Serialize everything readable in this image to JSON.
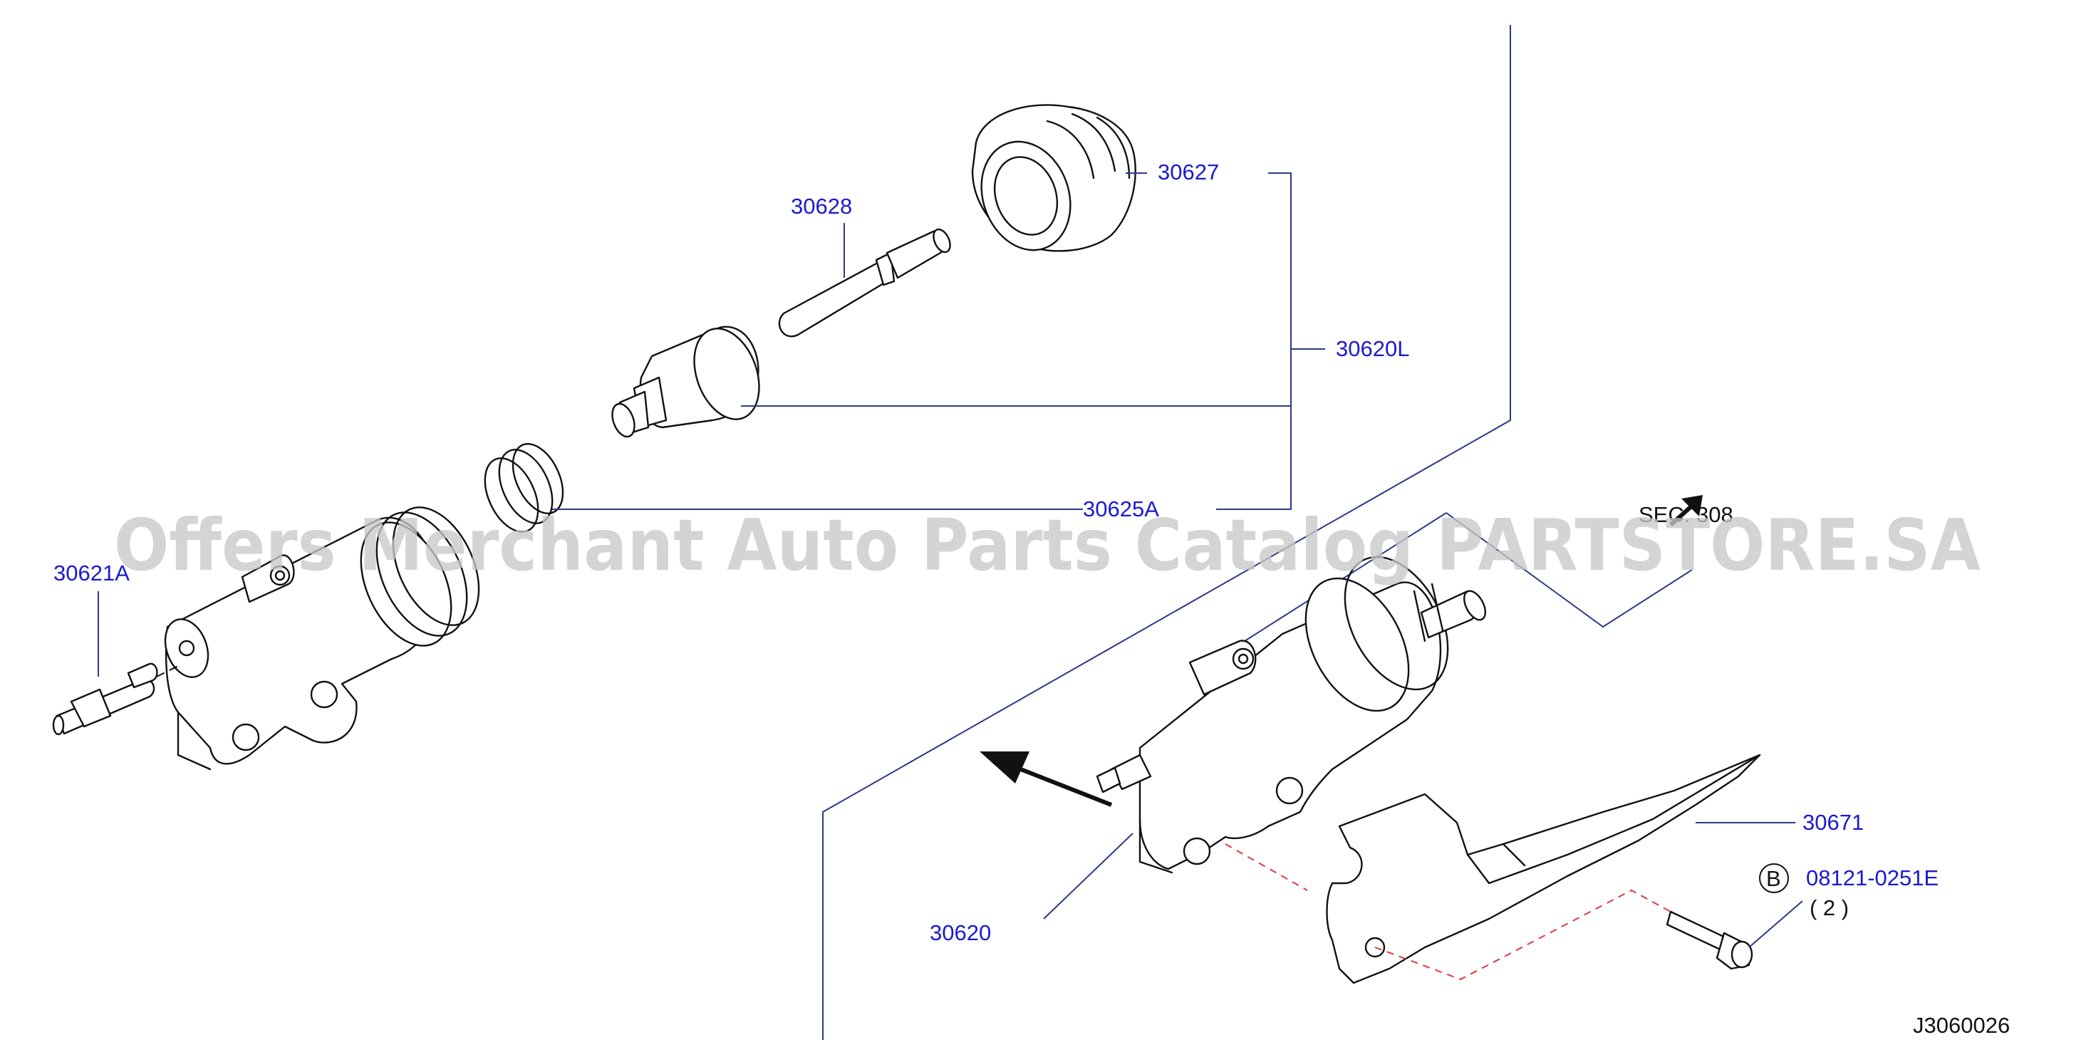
{
  "labels": {
    "p30627": "30627",
    "p30628": "30628",
    "p30620L": "30620L",
    "p30625A": "30625A",
    "p30621A": "30621A",
    "p30620": "30620",
    "p30671": "30671",
    "p08121": "08121-0251E",
    "qty": "( 2 )",
    "circle_b": "B",
    "sec": "SEC. 308",
    "figure_id": "J3060026"
  },
  "watermark": "Offers Merchant Auto Parts Catalog PARTSTORE.SA",
  "colors": {
    "part_number": "#1a1ad0",
    "leader": "#2a3a88",
    "dashed_guide": "#e03a3a",
    "watermark": "#c8c8c8"
  }
}
